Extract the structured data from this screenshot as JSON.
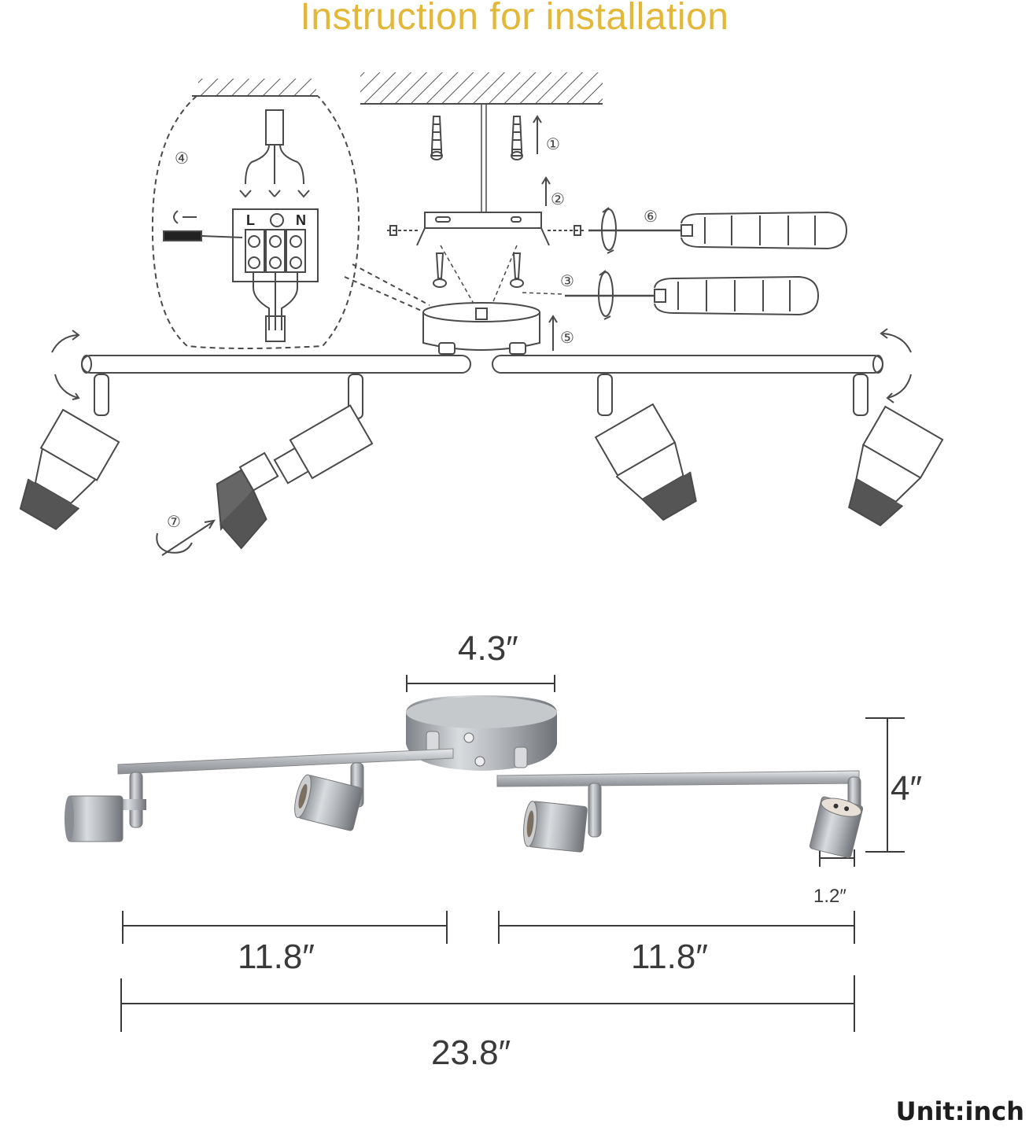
{
  "title": "Instruction for installation",
  "steps": [
    "①",
    "②",
    "③",
    "④",
    "⑤",
    "⑥",
    "⑦"
  ],
  "terminal_labels": {
    "live": "L",
    "neutral": "N"
  },
  "dimensions": {
    "base_width": "4.3″",
    "height": "4″",
    "bulb_width": "1.2″",
    "left_arm": "11.8″",
    "right_arm": "11.8″",
    "total_length": "23.8″"
  },
  "unit_label": "Unit:inch",
  "colors": {
    "title": "#e2b83a",
    "line": "#4a4a4a",
    "metal": "#a9adb1"
  }
}
